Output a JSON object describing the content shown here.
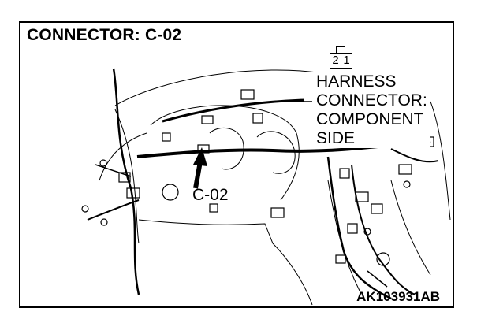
{
  "title": "CONNECTOR: C-02",
  "connector_pins": [
    "2",
    "1"
  ],
  "callout": {
    "line1": "HARNESS",
    "line2": "CONNECTOR:",
    "line3": "COMPONENT",
    "line4": "SIDE"
  },
  "pointer_label": "C-02",
  "figure_code": "AK103931AB"
}
